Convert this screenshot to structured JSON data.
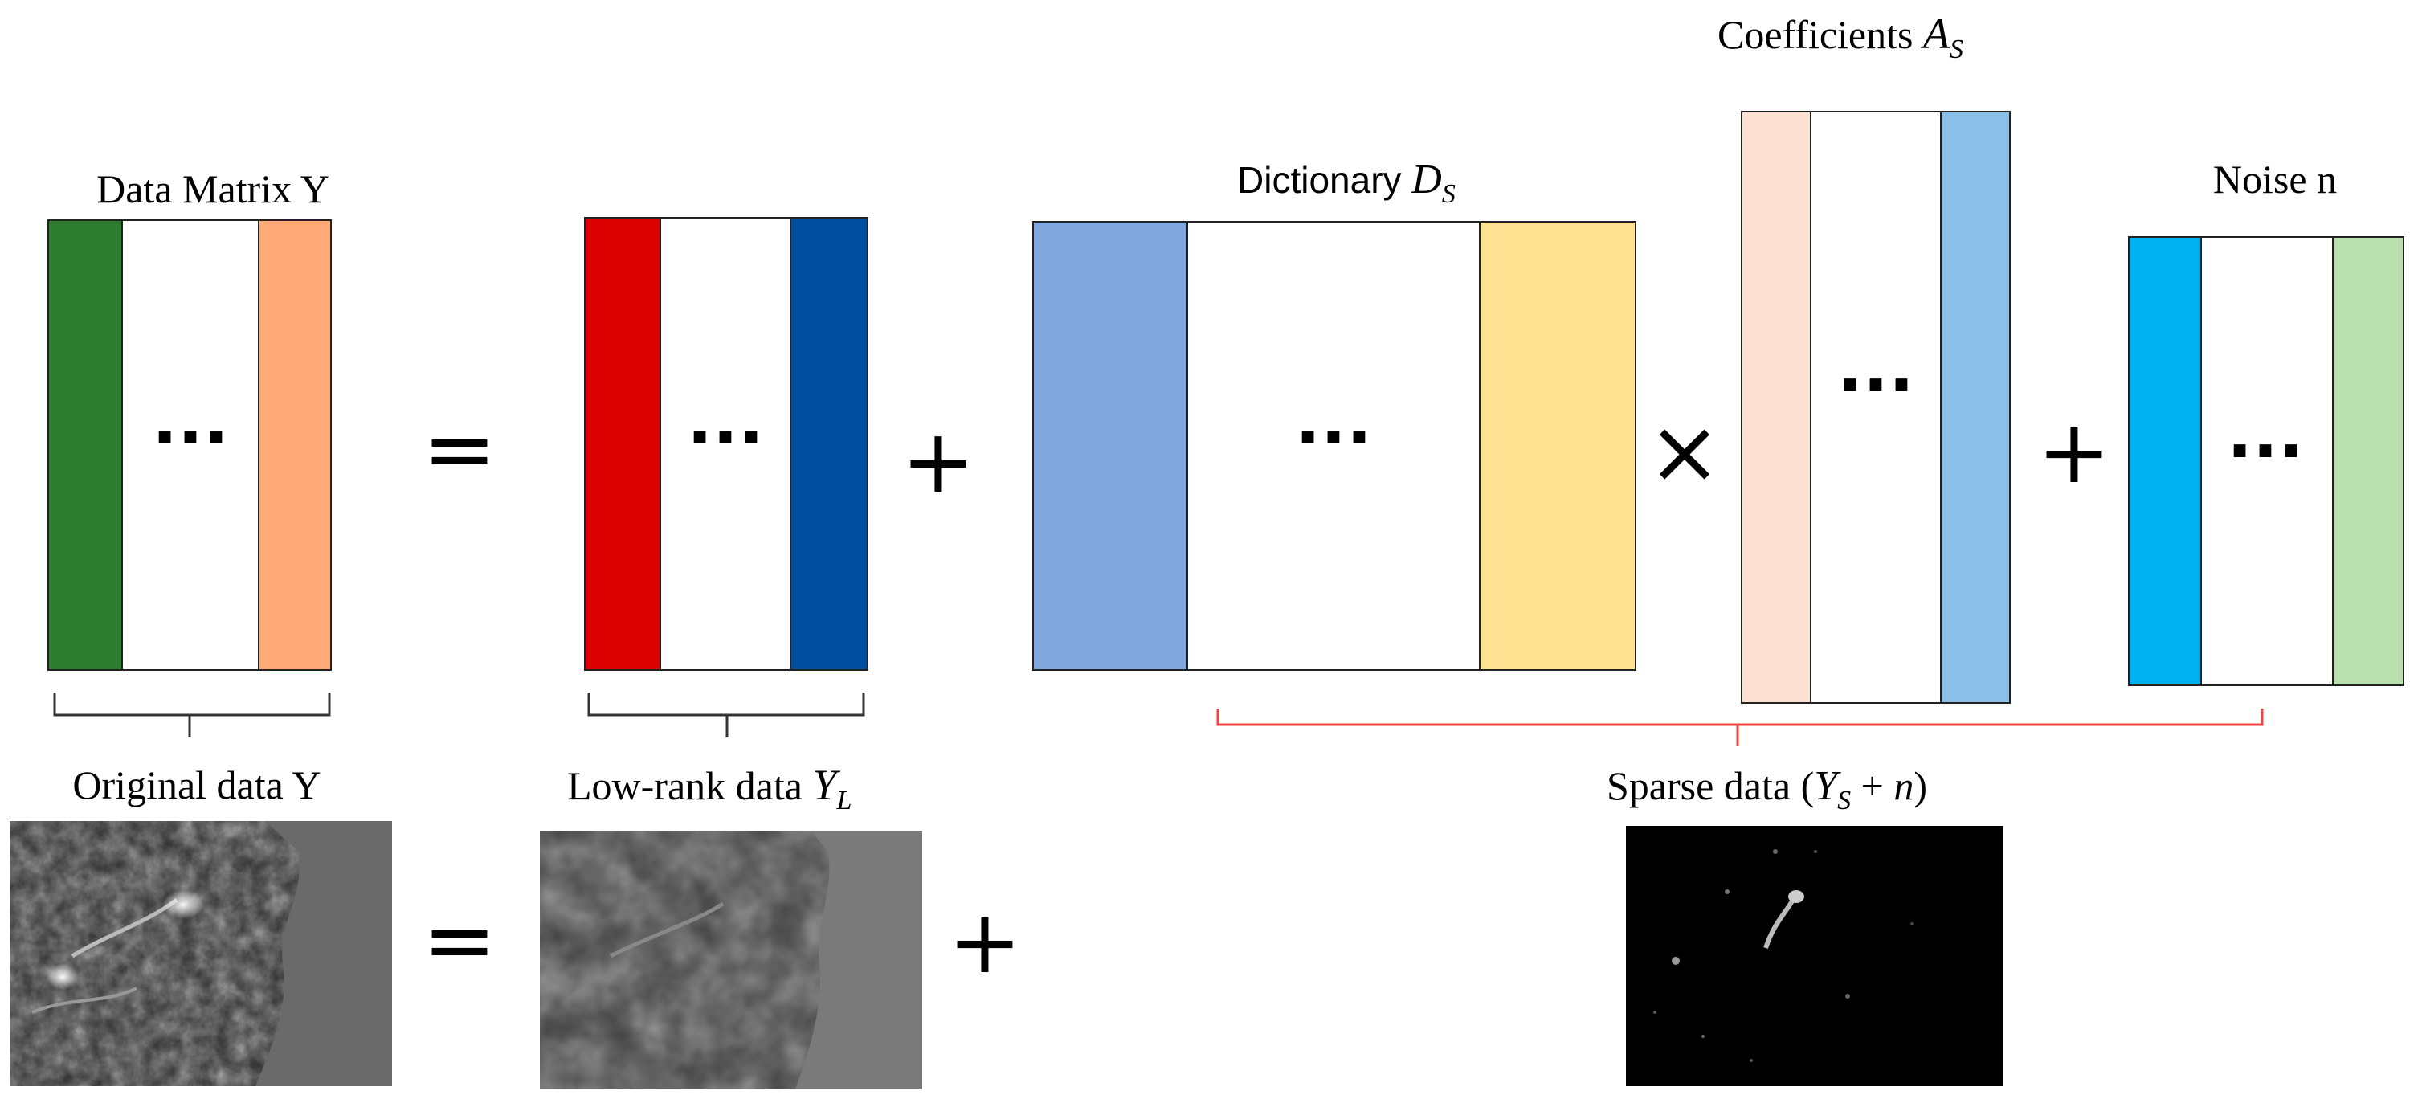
{
  "labels": {
    "data_matrix": "Data Matrix Y",
    "dictionary_text": "Dictionary ",
    "dictionary_sym": "D",
    "dictionary_sub": "S",
    "coefficients_text": "Coefficients ",
    "coefficients_sym": "A",
    "coefficients_sub": "S",
    "noise": "Noise n",
    "original": "Original data Y",
    "lowrank_text": "Low-rank data ",
    "lowrank_sym": "Y",
    "lowrank_sub": "L",
    "sparse_text": "Sparse data (",
    "sparse_sym1": "Y",
    "sparse_sub": "S",
    "sparse_rest": " + ",
    "sparse_sym2": "n",
    "sparse_close": ")"
  },
  "operators": {
    "equals": "=",
    "plus": "+",
    "times": "×",
    "ellipsis": "···"
  },
  "colors": {
    "y_first": "#2e7d2e",
    "y_last": "#ffaa77",
    "l_first": "#dd0000",
    "l_last": "#0050a0",
    "d_first": "#80a8dd",
    "d_last": "#ffe393",
    "a_first": "#fde1d2",
    "a_last": "#8ac0e8",
    "n_first": "#00b0f0",
    "n_last": "#b8dfad",
    "sparse_brace": "#ee4444"
  }
}
